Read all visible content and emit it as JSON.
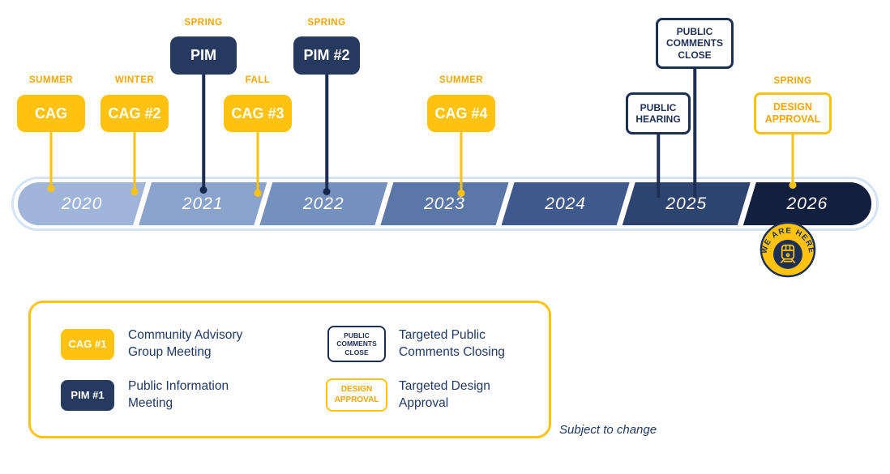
{
  "colors": {
    "yellow": "#FFC20E",
    "gold_text": "#F5A800",
    "navy_chip": "#263A5F",
    "navy_outline": "#1E2F54",
    "text_navy": "#1F3864",
    "halo_blue": "#D4E3F6",
    "segment_colors": [
      "#9FB5D9",
      "#8AA3CD",
      "#7390BE",
      "#5B77A8",
      "#40598D",
      "#2E4470",
      "#131F3E"
    ]
  },
  "timeline": {
    "years": [
      "2020",
      "2021",
      "2022",
      "2023",
      "2024",
      "2025",
      "2026"
    ]
  },
  "milestones": [
    {
      "season": "SUMMER",
      "label": "CAG",
      "type": "cag"
    },
    {
      "season": "WINTER",
      "label": "CAG #2",
      "type": "cag"
    },
    {
      "season": "SPRING",
      "label": "PIM",
      "type": "pim"
    },
    {
      "season": "FALL",
      "label": "CAG #3",
      "type": "cag"
    },
    {
      "season": "SPRING",
      "label": "PIM #2",
      "type": "pim"
    },
    {
      "season": "SUMMER",
      "label": "CAG #4",
      "type": "cag"
    },
    {
      "season": "",
      "label": "PUBLIC HEARING",
      "type": "outline-navy"
    },
    {
      "season": "",
      "label": "PUBLIC COMMENTS CLOSE",
      "type": "outline-navy"
    },
    {
      "season": "SPRING",
      "label": "DESIGN APPROVAL",
      "type": "outline-yellow"
    }
  ],
  "badge": {
    "text": "WE ARE HERE"
  },
  "legend": {
    "items": [
      {
        "chip": "CAG #1",
        "desc": "Community Advisory Group Meeting"
      },
      {
        "chip": "PUBLIC COMMENTS CLOSE",
        "desc": "Targeted Public Comments Closing"
      },
      {
        "chip": "PIM #1",
        "desc": "Public Information Meeting"
      },
      {
        "chip": "DESIGN APPROVAL",
        "desc": "Targeted Design Approval"
      }
    ]
  },
  "footnote": "Subject to change"
}
